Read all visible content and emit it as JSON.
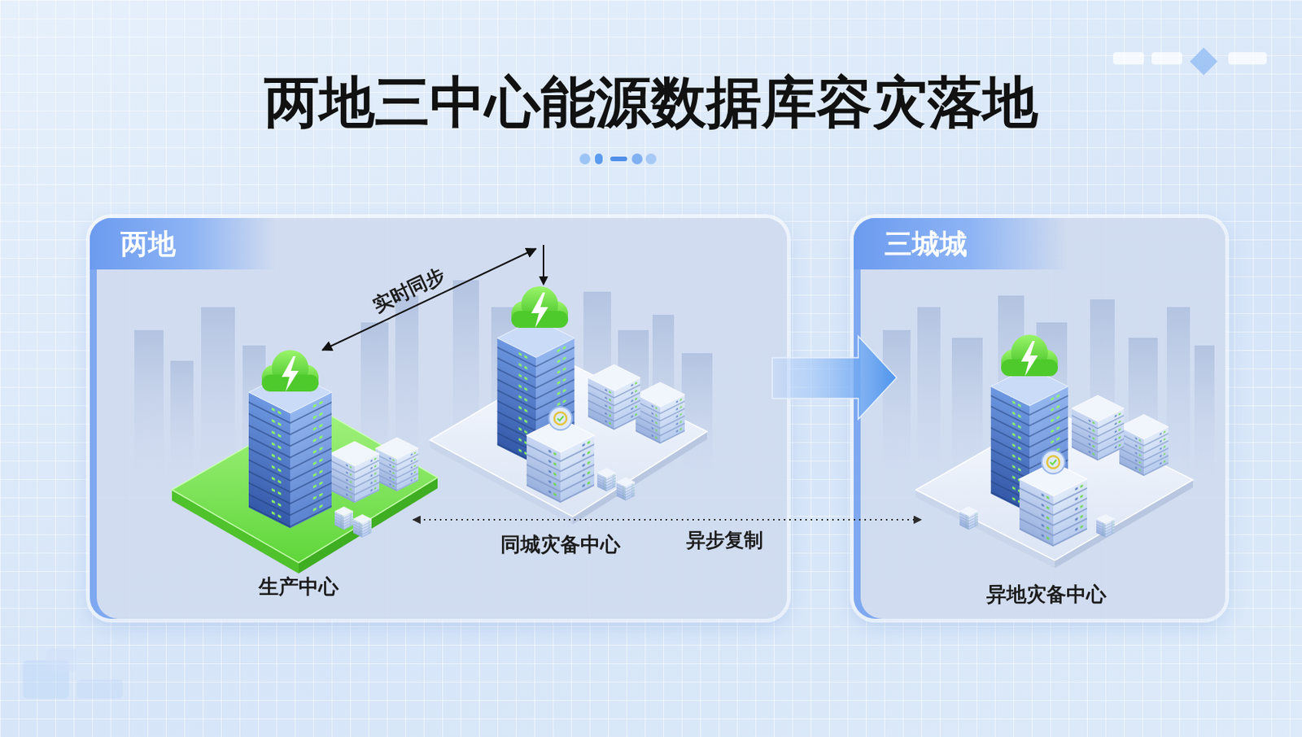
{
  "diagram": {
    "title": "两地三中心能源数据库容灾落地",
    "nodes": [
      {
        "text": [
          "两地"
        ]
      },
      {
        "text": [
          "生产中心"
        ],
        "in": 0
      },
      {
        "text": [
          "同城灾备中心"
        ],
        "in": 0
      },
      {
        "text": [
          "三城城"
        ]
      },
      {
        "text": [
          "异地灾备中心"
        ],
        "in": 3
      }
    ],
    "edges": [
      {
        "from": 1,
        "to": 2,
        "label": "实时同步",
        "arrow": "both"
      },
      {
        "from": 1,
        "to": 4,
        "label": "异步复制",
        "arrow": "both"
      }
    ]
  }
}
